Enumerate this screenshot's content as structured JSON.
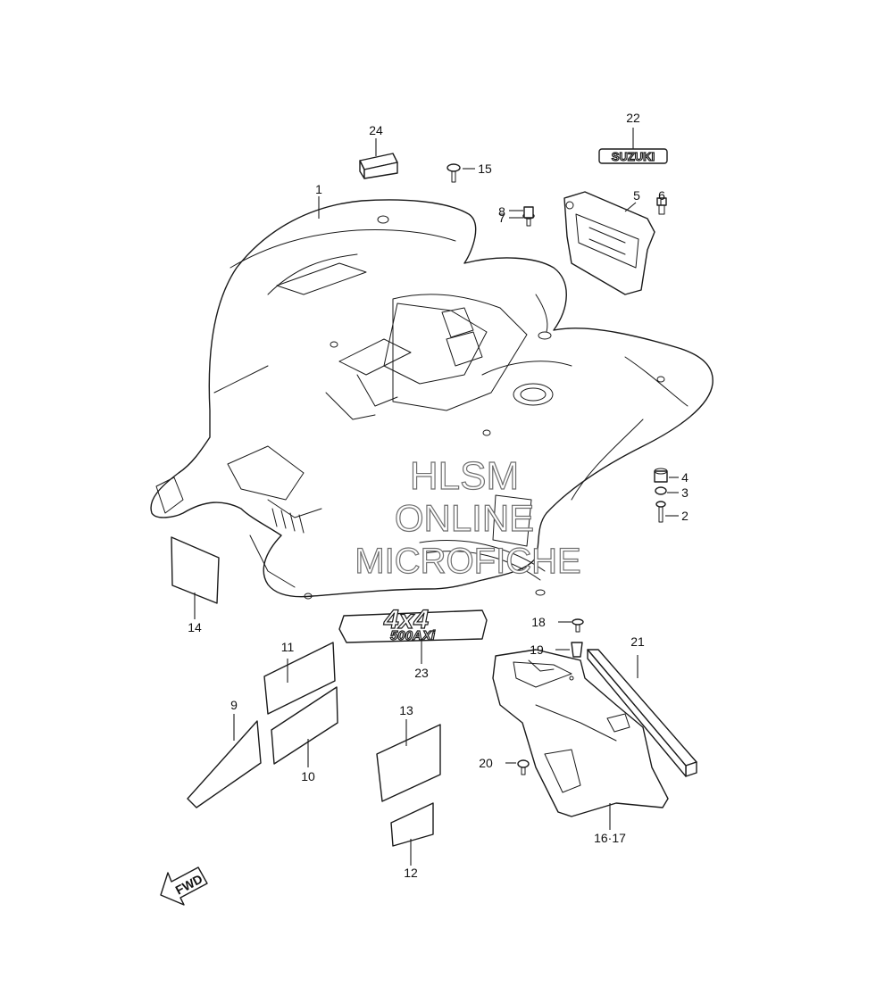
{
  "callouts": [
    {
      "id": "c1",
      "label": "1"
    },
    {
      "id": "c2",
      "label": "2"
    },
    {
      "id": "c3",
      "label": "3"
    },
    {
      "id": "c4",
      "label": "4"
    },
    {
      "id": "c5",
      "label": "5"
    },
    {
      "id": "c6",
      "label": "6"
    },
    {
      "id": "c7",
      "label": "7"
    },
    {
      "id": "c8",
      "label": "8"
    },
    {
      "id": "c9",
      "label": "9"
    },
    {
      "id": "c10",
      "label": "10"
    },
    {
      "id": "c11",
      "label": "11"
    },
    {
      "id": "c12",
      "label": "12"
    },
    {
      "id": "c13",
      "label": "13"
    },
    {
      "id": "c14",
      "label": "14"
    },
    {
      "id": "c15",
      "label": "15"
    },
    {
      "id": "c16",
      "label": "16·17"
    },
    {
      "id": "c18",
      "label": "18"
    },
    {
      "id": "c19",
      "label": "19"
    },
    {
      "id": "c20",
      "label": "20"
    },
    {
      "id": "c21",
      "label": "21"
    },
    {
      "id": "c22",
      "label": "22"
    },
    {
      "id": "c23",
      "label": "23"
    },
    {
      "id": "c24",
      "label": "24"
    }
  ],
  "emblems": {
    "suzuki": "SUZUKI",
    "badge_line1": "4x4",
    "badge_line2": "500AXi"
  },
  "watermark": {
    "line1": "HLSM",
    "line2": "ONLINE",
    "line3": "MICROFICHE"
  },
  "direction_arrow": "FWD"
}
